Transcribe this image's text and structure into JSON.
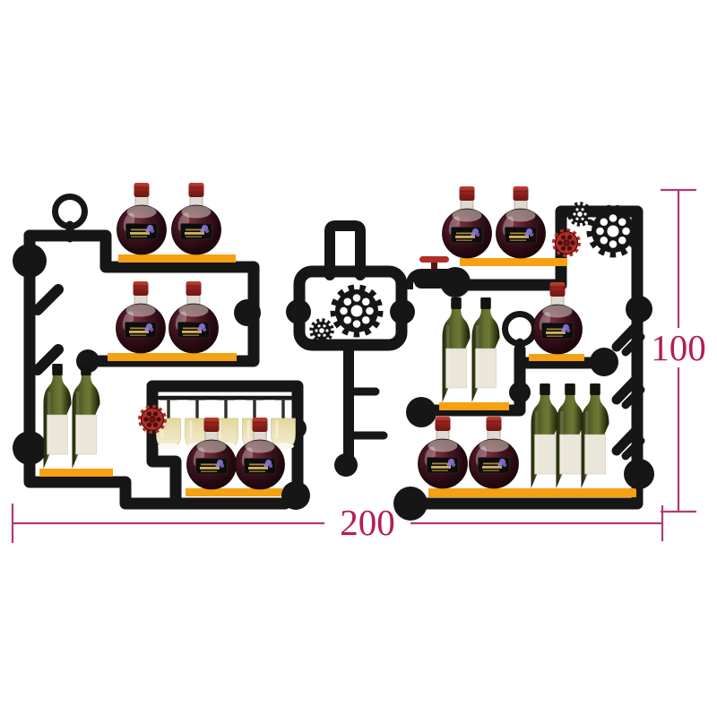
{
  "image": {
    "type": "product-photo",
    "subject": "Industrial pipe wall-mounted wine rack with wine bottles, hanging glasses, valves and gears",
    "background": "#ffffff"
  },
  "dimensions": {
    "width": {
      "label": "200"
    },
    "height": {
      "label": "100"
    }
  },
  "colors": {
    "pipe-color": "#161616",
    "shelf-color": "#f5a113",
    "dim-line-color": "#b23a74",
    "dim-text-color": "#b41d55",
    "cap-red": "#a32622",
    "valve-red": "#b12f27",
    "green-bottle": "#4f5a27",
    "glass-yellow": "#ece0a4",
    "grape-purple": "#7d6cc0"
  },
  "inventory": {
    "left_section": {
      "shelves": 4,
      "ball_wine_bottles": 6,
      "green_wine_bottles": 2,
      "wine_glasses": 5,
      "valve_wheels": 1,
      "rings": 1,
      "gears": 0
    },
    "middle_section": {
      "shelves": 0,
      "gears": 2
    },
    "right_section": {
      "shelves": 4,
      "ball_wine_bottles": 5,
      "green_wine_bottles": 5,
      "valve_wheels": 1,
      "faucets": 1,
      "rings": 1,
      "gears": 2
    }
  }
}
